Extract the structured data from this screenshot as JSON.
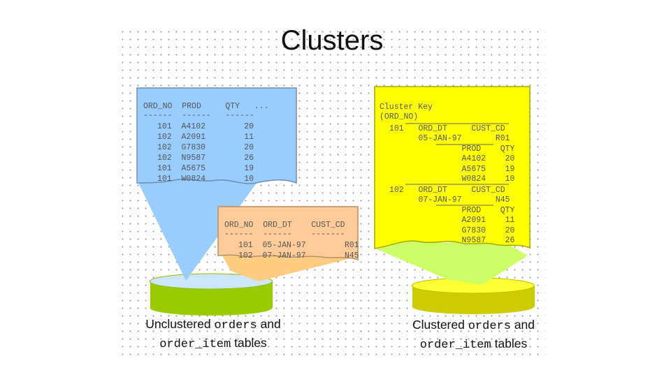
{
  "title": "Clusters",
  "colors": {
    "blue_panel": "#99ccff",
    "orange_panel": "#ffcc99",
    "yellow_panel": "#ffff00",
    "green_disk": "#99cc00",
    "olive_disk": "#cccc00",
    "light_green": "#ccff66",
    "light_blue_top": "#cce6ff",
    "orange_beam": "#ffcc80",
    "yellow_top": "#ffff33",
    "text_gray": "#555555"
  },
  "order_item_table": {
    "headers": [
      "ORD_NO",
      "PROD",
      "QTY"
    ],
    "ellipsis": "...",
    "rows": [
      [
        "101",
        "A4102",
        "20"
      ],
      [
        "102",
        "A2091",
        "11"
      ],
      [
        "102",
        "G7830",
        "20"
      ],
      [
        "102",
        "N9587",
        "26"
      ],
      [
        "101",
        "A5675",
        "19"
      ],
      [
        "101",
        "W0824",
        "10"
      ]
    ]
  },
  "orders_table": {
    "headers": [
      "ORD_NO",
      "ORD_DT",
      "CUST_CD"
    ],
    "rows": [
      [
        "101",
        "05-JAN-97",
        "R01"
      ],
      [
        "102",
        "07-JAN-97",
        "N45"
      ]
    ]
  },
  "cluster": {
    "key_label": "Cluster Key",
    "key_column": "(ORD_NO)",
    "groups": [
      {
        "key": "101",
        "dt_header": "ORD_DT",
        "cd_header": "CUST_CD",
        "dt": "05-JAN-97",
        "cd": "R01",
        "prod_header": "PROD",
        "qty_header": "QTY",
        "items": [
          [
            "A4102",
            "20"
          ],
          [
            "A5675",
            "19"
          ],
          [
            "W0824",
            "10"
          ]
        ]
      },
      {
        "key": "102",
        "dt_header": "ORD_DT",
        "cd_header": "CUST_CD",
        "dt": "07-JAN-97",
        "cd": "N45",
        "prod_header": "PROD",
        "qty_header": "QTY",
        "items": [
          [
            "A2091",
            "11"
          ],
          [
            "G7830",
            "20"
          ],
          [
            "N9587",
            "26"
          ]
        ]
      }
    ]
  },
  "captions": {
    "left": {
      "line1_text": "Unclustered",
      "line1_code": "orders",
      "line1_end": "and",
      "line2_code": "order_item",
      "line2_text": "tables"
    },
    "right": {
      "line1_text": "Clustered",
      "line1_code": "orders",
      "line1_end": "and",
      "line2_code": "order_item",
      "line2_text": "tables"
    }
  }
}
